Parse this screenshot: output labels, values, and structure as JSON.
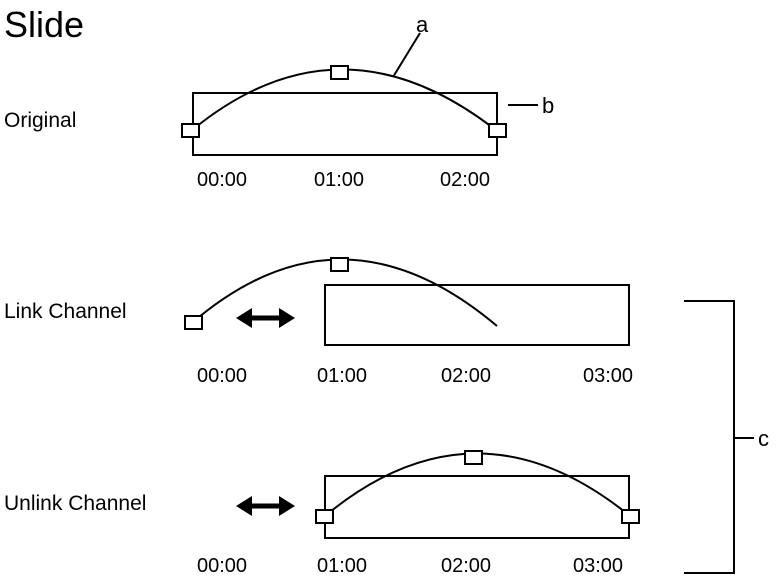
{
  "title": "Slide",
  "callouts": {
    "a": "a",
    "b": "b",
    "c": "c"
  },
  "sections": {
    "original": {
      "label": "Original",
      "ticks": [
        "00:00",
        "01:00",
        "02:00"
      ]
    },
    "link": {
      "label": "Link Channel",
      "ticks": [
        "00:00",
        "01:00",
        "02:00",
        "03:00"
      ]
    },
    "unlink": {
      "label": "Unlink Channel",
      "ticks": [
        "00:00",
        "01:00",
        "02:00",
        "03:00"
      ]
    }
  },
  "colors": {
    "ink": "#000000",
    "background": "#ffffff"
  },
  "icons": {
    "move": "double-arrow-icon",
    "keyframe": "keyframe-square-icon"
  }
}
